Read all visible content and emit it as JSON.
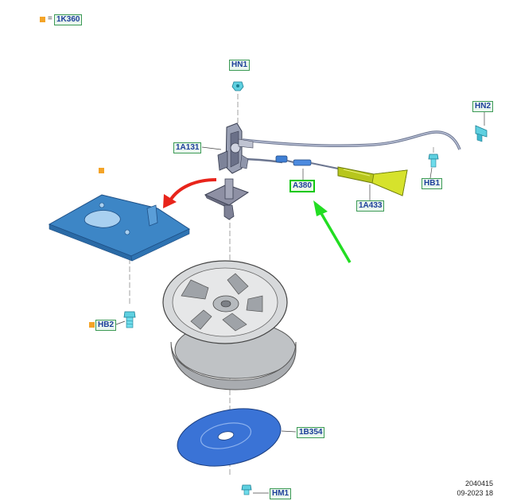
{
  "legend": {
    "equals": "=",
    "part": "1K360",
    "marker_color": "#f4a428"
  },
  "labels": {
    "hn1": "HN1",
    "hn2": "HN2",
    "a131": "1A131",
    "a380": "A380",
    "hb1": "HB1",
    "a433": "1A433",
    "hb2": "HB2",
    "b354": "1B354",
    "hm1": "HM1"
  },
  "footer": {
    "ref_number": "2040415",
    "date": "09-2023 18"
  },
  "colors": {
    "bracket": "#3d86c6",
    "disc": "#3a73d6",
    "wheel": "#c9cbcd",
    "fastener": "#5fd0e0",
    "cable_end": "#b7c61d",
    "arrow_red": "#e8241b",
    "arrow_green": "#22dd22"
  }
}
